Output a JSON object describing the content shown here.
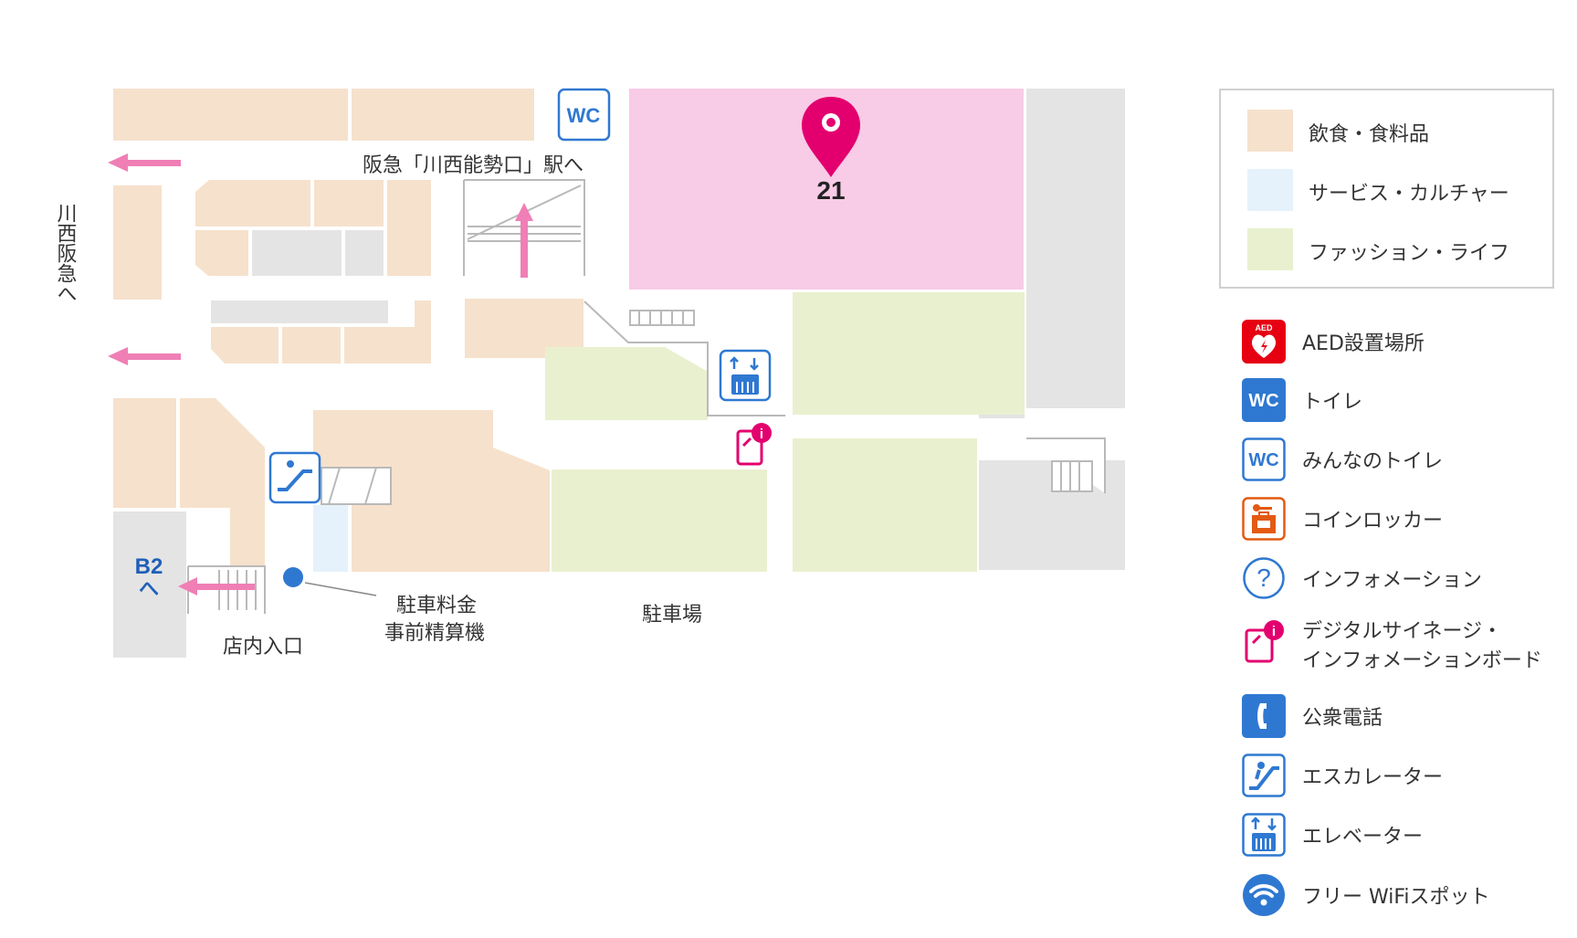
{
  "map": {
    "pin_number": "21",
    "labels": {
      "to_station": "阪急「川西能勢口」駅へ",
      "to_kawanishi_hankyu": "川西阪急へ",
      "b2_line1": "B2",
      "b2_line2": "へ",
      "store_entrance": "店内入口",
      "parking_payment_line1": "駐車料金",
      "parking_payment_line2": "事前精算機",
      "parking": "駐車場",
      "wc": "WC"
    },
    "colors": {
      "food": "#f6e1cc",
      "service": "#e5f2fb",
      "fashion": "#e9f0cf",
      "highlight": "#f8cbe6",
      "grey": "#e4e4e4",
      "arrow": "#ef7fb5",
      "pin": "#e3006e",
      "blue": "#2f78d1"
    }
  },
  "legend": {
    "categories": [
      {
        "label": "飲食・食料品",
        "color": "#f6e1cc"
      },
      {
        "label": "サービス・カルチャー",
        "color": "#e5f2fb"
      },
      {
        "label": "ファッション・ライフ",
        "color": "#e9f0cf"
      }
    ],
    "icons": [
      {
        "icon": "aed-icon",
        "label": "AED設置場所",
        "mark": "AED"
      },
      {
        "icon": "toilet-icon",
        "label": "トイレ",
        "mark": "WC"
      },
      {
        "icon": "accessible-toilet-icon",
        "label": "みんなのトイレ",
        "mark": "WC"
      },
      {
        "icon": "coin-locker-icon",
        "label": "コインロッカー"
      },
      {
        "icon": "information-icon",
        "label": "インフォメーション",
        "mark": "?"
      },
      {
        "icon": "digital-signage-icon",
        "label": "デジタルサイネージ・",
        "label2": "インフォメーションボード",
        "mark": "i"
      },
      {
        "icon": "public-phone-icon",
        "label": "公衆電話"
      },
      {
        "icon": "escalator-icon",
        "label": "エスカレーター"
      },
      {
        "icon": "elevator-icon",
        "label": "エレベーター"
      },
      {
        "icon": "wifi-icon",
        "label": "フリー WiFiスポット"
      }
    ]
  }
}
